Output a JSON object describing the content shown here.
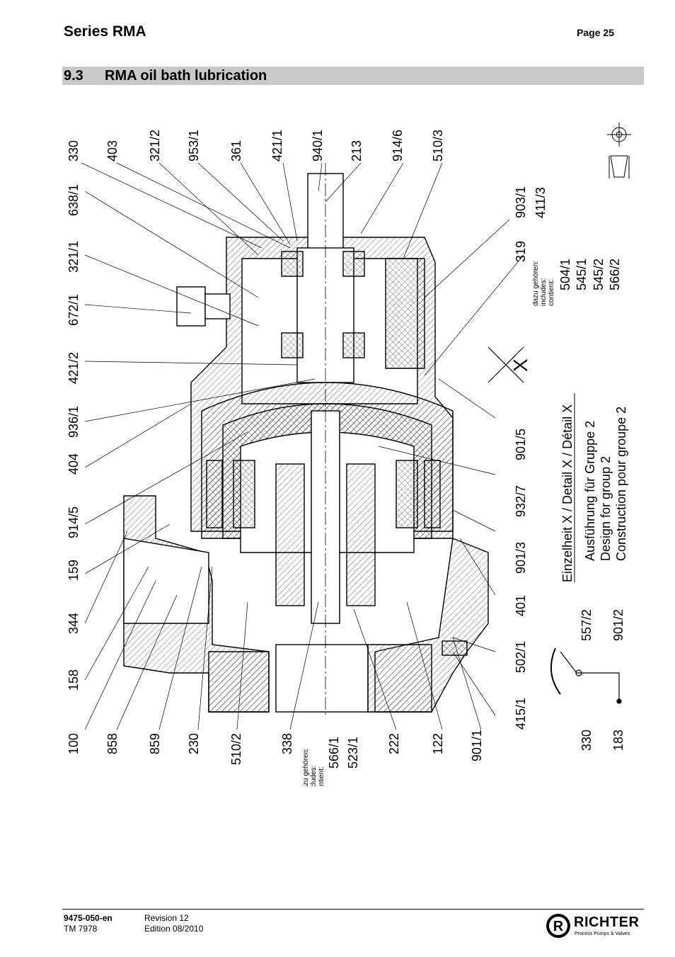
{
  "header": {
    "series": "Series RMA",
    "page": "Page 25"
  },
  "section": {
    "number": "9.3",
    "title": "RMA oil bath lubrication"
  },
  "drawing": {
    "top_labels": [
      "330",
      "403",
      "321/2",
      "953/1",
      "361",
      "421/1",
      "940/1",
      "213",
      "914/6",
      "510/3"
    ],
    "left_labels": [
      "638/1",
      "321/1",
      "672/1",
      "421/2",
      "936/1",
      "404",
      "914/5",
      "159",
      "344",
      "158",
      "100"
    ],
    "bottom_labels": [
      "858",
      "859",
      "230",
      "510/2",
      "338",
      "566/1",
      "523/1",
      "222",
      "122",
      "901/1"
    ],
    "bottom_includes": [
      "dazu gehören:",
      "includes:",
      "contient:"
    ],
    "right_labels": [
      "903/1",
      "411/3",
      "319",
      "901/5",
      "932/7",
      "901/3",
      "401",
      "502/1",
      "415/1"
    ],
    "right_includes": [
      "dazu gehören:",
      "includes:",
      "contient:"
    ],
    "right_kit_parts": [
      "504/1",
      "545/1",
      "545/2",
      "566/2"
    ],
    "detail_marker": "X",
    "detail_title": "Einzelheit X / Detail X / Détail X",
    "detail_lines": [
      "Ausführung für Gruppe 2",
      "Design for group 2",
      "Construction pour groupe 2"
    ],
    "detail_parts": [
      "557/2",
      "901/2",
      "330",
      "183"
    ]
  },
  "footer": {
    "doc_no": "9475-050-en",
    "tm": "TM 7978",
    "revision": "Revision  12",
    "edition": "Edition   08/2010",
    "logo_name": "RICHTER",
    "logo_tagline": "Process Pumps & Valves",
    "logo_mark": "R"
  }
}
